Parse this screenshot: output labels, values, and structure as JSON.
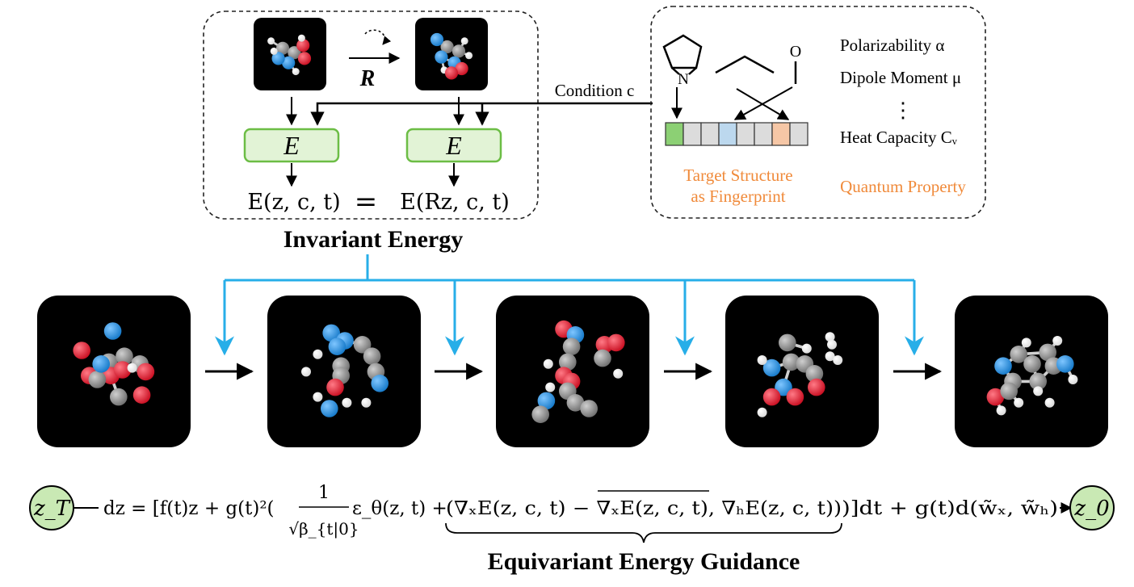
{
  "invariant_panel": {
    "rotation_label": "R",
    "energy_label": "E",
    "equation_left": "E(z, c, t)",
    "equals": "=",
    "equation_right": "E(Rz, c, t)",
    "title": "Invariant Energy"
  },
  "condition_label": "Condition c",
  "condition_panel": {
    "atom_N": "N",
    "atom_O": "O",
    "property_1": "Polarizability α",
    "property_2": "Dipole Moment μ",
    "property_ellipsis": "⋮",
    "property_3": "Heat Capacity Cᵥ",
    "fingerprint_label_line1": "Target Structure",
    "fingerprint_label_line2": "as Fingerprint",
    "quantum_label": "Quantum Property",
    "fingerprint_cells": [
      "green",
      "gray",
      "gray",
      "blue",
      "gray",
      "gray",
      "orange",
      "gray"
    ]
  },
  "colors": {
    "energy_box_fill": "#e2f3d6",
    "energy_box_stroke": "#6cbd45",
    "guidance_arrow": "#27aee8",
    "orange_text": "#f08a3a",
    "node_fill": "#c9e9b4",
    "atom_blue": "#1e8fe0",
    "atom_red": "#e8162d",
    "atom_gray": "#8c8c8c",
    "atom_white": "#ffffff",
    "cell_green": "#8cd074",
    "cell_blue": "#bcd8ee",
    "cell_orange": "#f6c7a6",
    "cell_gray": "#dcdcdc"
  },
  "equation": {
    "node_start": "z_T",
    "node_end": "z_0",
    "lhs": "dz = [f(t)z + g(t)²(",
    "frac_num": "1",
    "frac_den": "√β_{t|0}",
    "eps": "ε_θ(z, t) + ",
    "guidance_term": "(∇ₓE(z, c, t) − ∇ₓE(z, c, t), ∇ₕE(z, c, t))",
    "rest": ")]dt + g(t)d(w̃ₓ, w̃ₕ)",
    "brace_label": "Equivariant Energy Guidance"
  }
}
